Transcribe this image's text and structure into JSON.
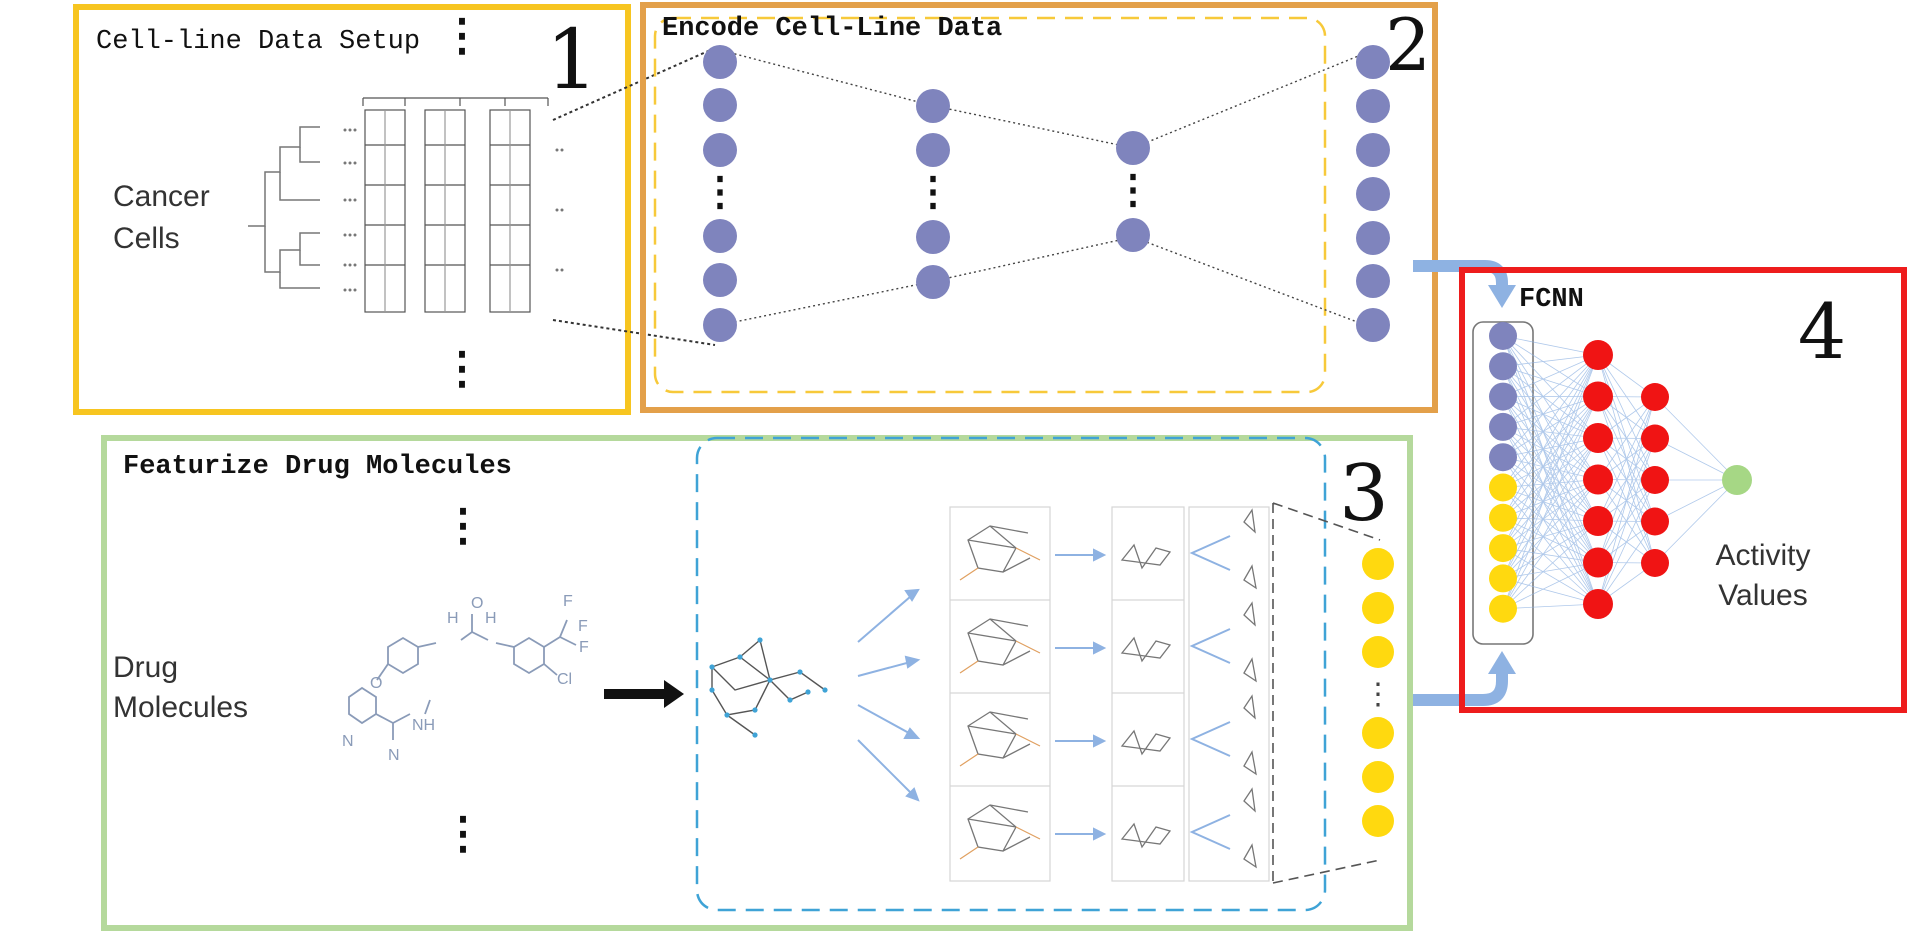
{
  "panels": {
    "cellline": {
      "title": "Cell-line Data Setup",
      "number": "1",
      "label_lines": [
        "Cancer",
        "Cells"
      ],
      "border_color": "#f7c520"
    },
    "encode": {
      "title": "Encode Cell-Line Data",
      "number": "2",
      "border_color": "#e3a04a"
    },
    "drug": {
      "title": "Featurize Drug Molecules",
      "number": "3",
      "label_lines": [
        "Drug",
        "Molecules"
      ],
      "border_color": "#b5d99c"
    },
    "fcnn": {
      "title": "FCNN",
      "number": "4",
      "output_label_lines": [
        "Activity",
        "Values"
      ],
      "border_color": "#ee1c1c"
    }
  },
  "molecule_atoms": [
    "H",
    "H",
    "O",
    "O",
    "F",
    "F",
    "F",
    "Cl",
    "N",
    "N",
    "NH"
  ],
  "ellipsis": "⋮",
  "colors": {
    "encoder_node": "#7f84bd",
    "drug_feature_node": "#ffd90f",
    "hidden_node": "#f01414",
    "output_node": "#a6d785",
    "arrow": "#8eb2e2",
    "dashed_orange": "#f7c93a",
    "dashed_blue": "#3fa3d6"
  }
}
